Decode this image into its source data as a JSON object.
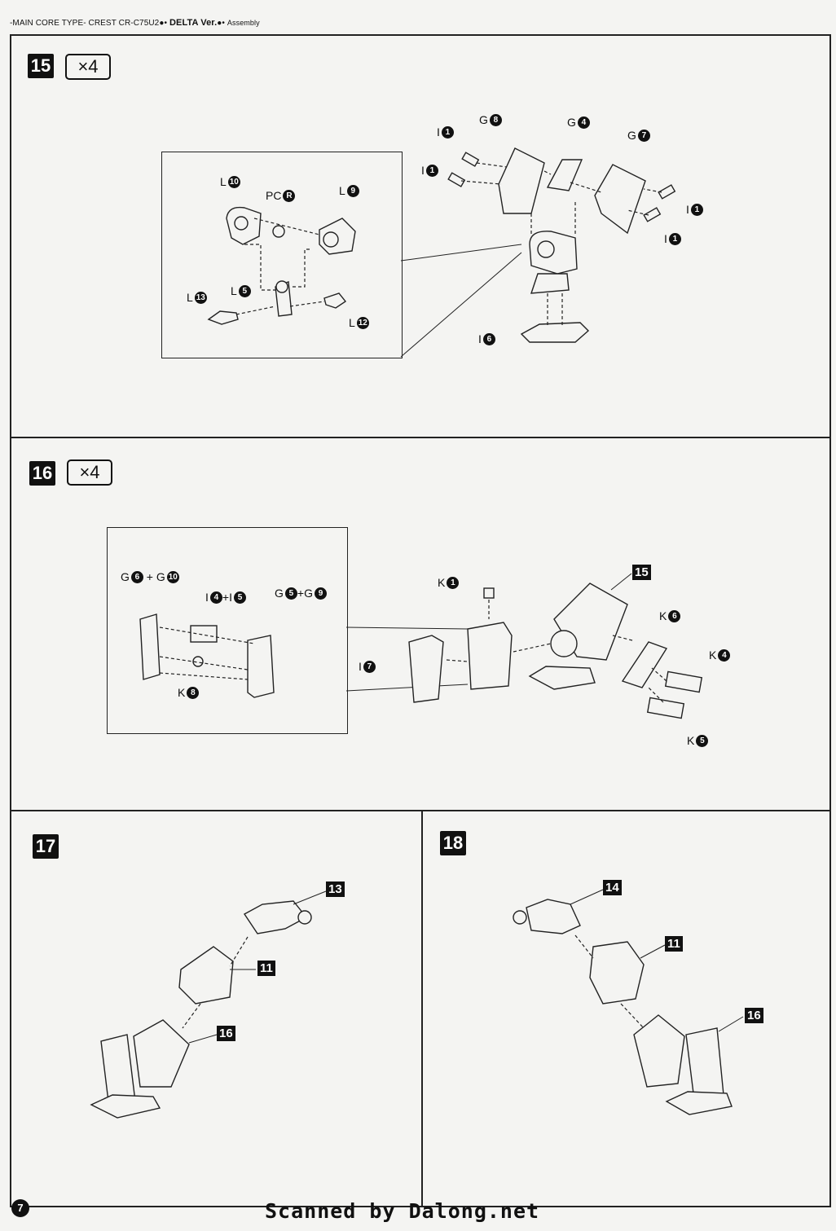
{
  "header": {
    "main": "-MAIN CORE TYPE- CREST",
    "model": "CR-C75U2",
    "delta": "DELTA Ver.",
    "assembly": "Assembly"
  },
  "steps": {
    "s15": {
      "number": "15",
      "multiplier": "×4"
    },
    "s16": {
      "number": "16",
      "multiplier": "×4"
    },
    "s17": {
      "number": "17"
    },
    "s18": {
      "number": "18"
    }
  },
  "labels15": {
    "i1a": {
      "sprue": "I",
      "num": "1"
    },
    "i1b": {
      "sprue": "I",
      "num": "1"
    },
    "g8": {
      "sprue": "G",
      "num": "8"
    },
    "g4": {
      "sprue": "G",
      "num": "4"
    },
    "g7": {
      "sprue": "G",
      "num": "7"
    },
    "i1c": {
      "sprue": "I",
      "num": "1"
    },
    "i1d": {
      "sprue": "I",
      "num": "1"
    },
    "i6": {
      "sprue": "I",
      "num": "6"
    },
    "l10": {
      "sprue": "L",
      "num": "10"
    },
    "pcr": {
      "sprue": "PC",
      "num": "R"
    },
    "l9": {
      "sprue": "L",
      "num": "9"
    },
    "l5": {
      "sprue": "L",
      "num": "5"
    },
    "l13": {
      "sprue": "L",
      "num": "13"
    },
    "l12": {
      "sprue": "L",
      "num": "12"
    }
  },
  "labels16": {
    "g6g10": {
      "a": "G",
      "an": "6",
      "b": "G",
      "bn": "10"
    },
    "i4i5": {
      "a": "I",
      "an": "4",
      "b": "I",
      "bn": "5"
    },
    "g5g9": {
      "a": "G",
      "an": "5",
      "b": "G",
      "bn": "9"
    },
    "k8": {
      "sprue": "K",
      "num": "8"
    },
    "k1": {
      "sprue": "K",
      "num": "1"
    },
    "i7": {
      "sprue": "I",
      "num": "7"
    },
    "k6": {
      "sprue": "K",
      "num": "6"
    },
    "k4": {
      "sprue": "K",
      "num": "4"
    },
    "k5": {
      "sprue": "K",
      "num": "5"
    },
    "ref15": "15"
  },
  "refs": {
    "s17": {
      "a": "13",
      "b": "11",
      "c": "16"
    },
    "s18": {
      "a": "14",
      "b": "11",
      "c": "16"
    }
  },
  "page_number": "7",
  "footer": "Scanned by Dalong.net"
}
